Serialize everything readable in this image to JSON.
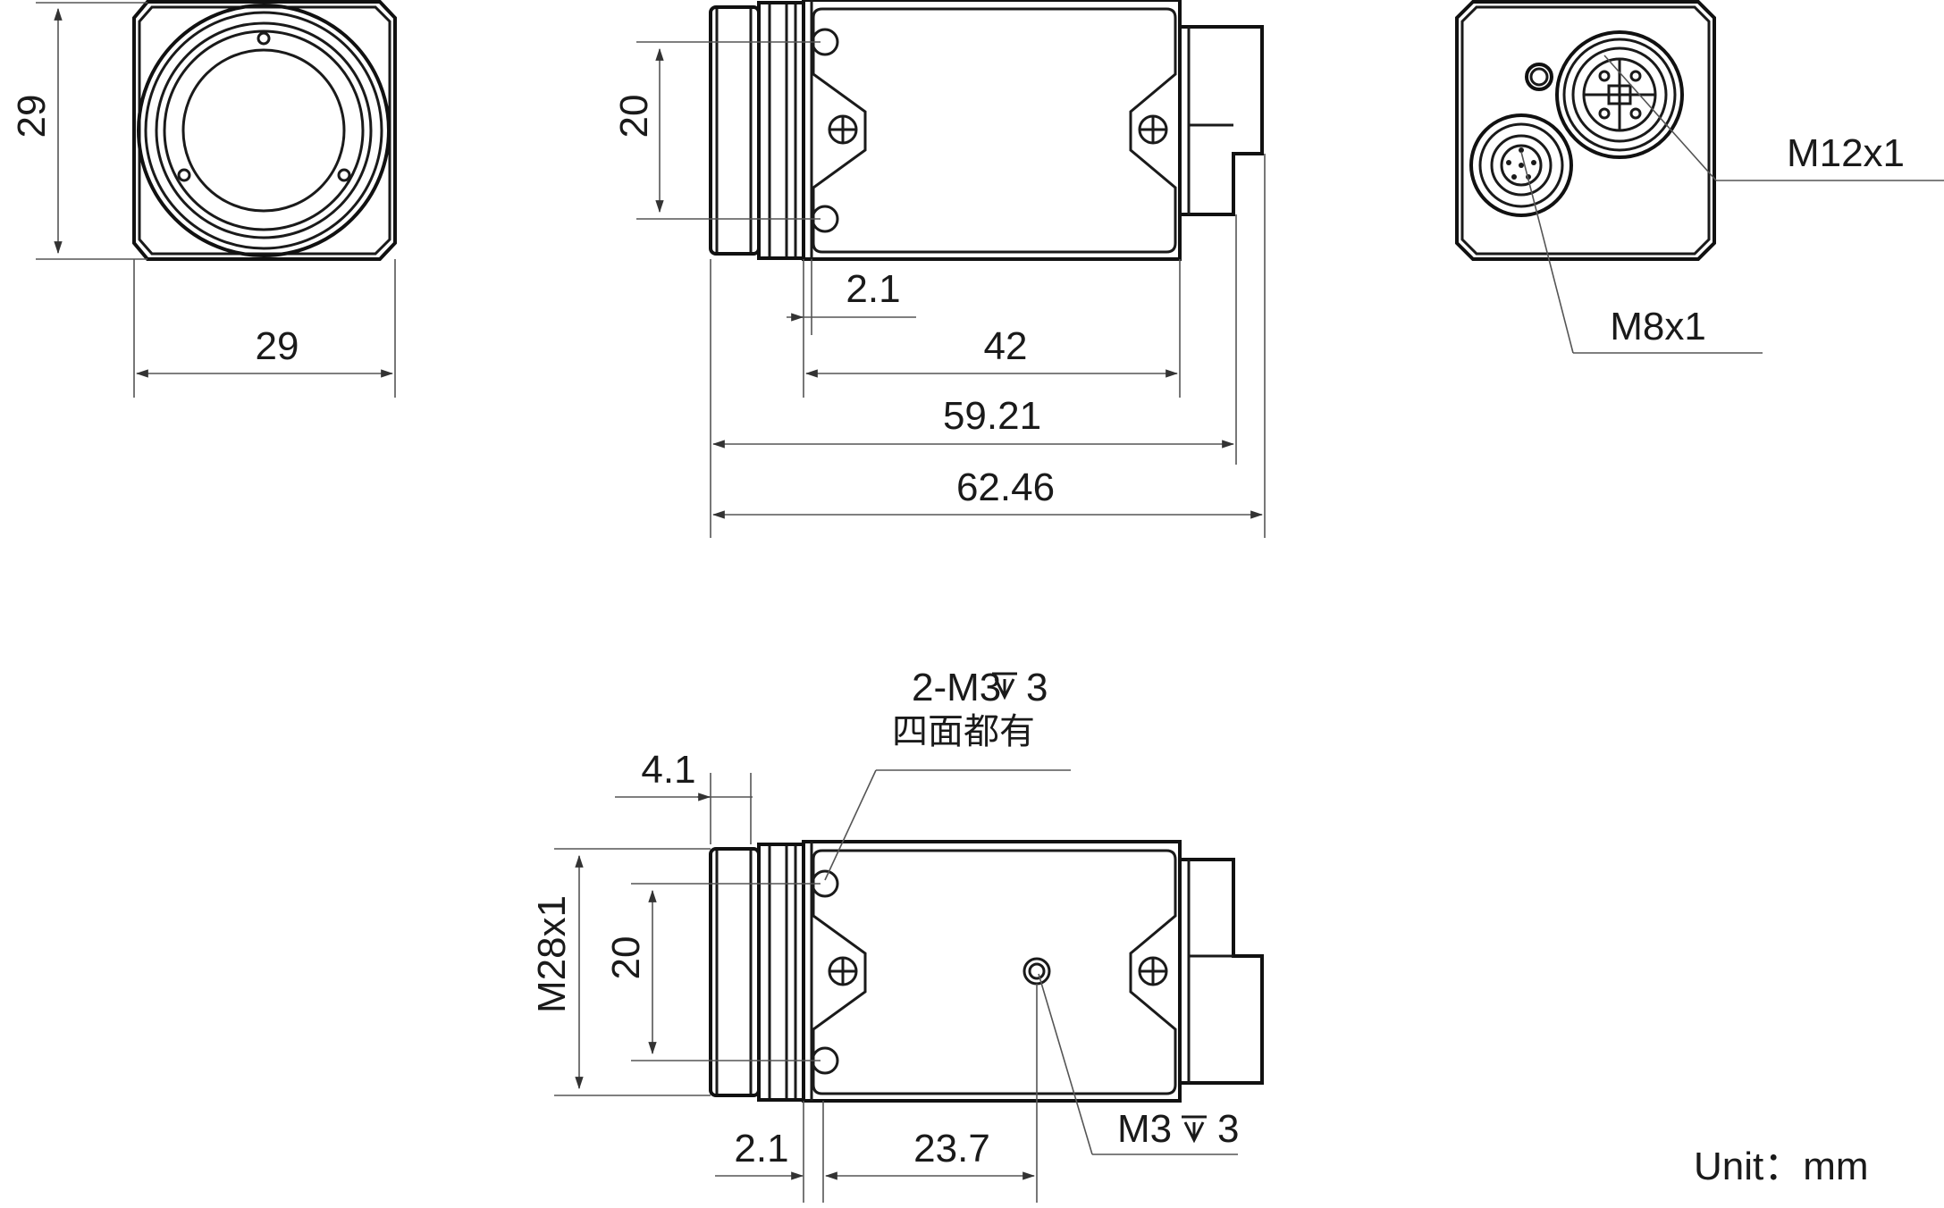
{
  "dims": {
    "front_height": "29",
    "front_width": "29",
    "side_holes_spacing": "20",
    "side_flange_offset": "2.1",
    "side_body_length": "42",
    "side_length_a": "59.21",
    "side_length_b": "62.46",
    "bottom_lens_offset": "4.1",
    "bottom_thread": "M28x1",
    "bottom_holes_spacing": "20",
    "bottom_flange_offset": "2.1",
    "bottom_hole_position": "23.7"
  },
  "callouts": {
    "m12": "M12x1",
    "m8": "M8x1",
    "holes_top_line1": "2-M3",
    "holes_top_depth": "3",
    "holes_top_line2": "四面都有",
    "hole_bottom": "M3",
    "hole_bottom_depth": "3"
  },
  "units": "Unit：mm"
}
